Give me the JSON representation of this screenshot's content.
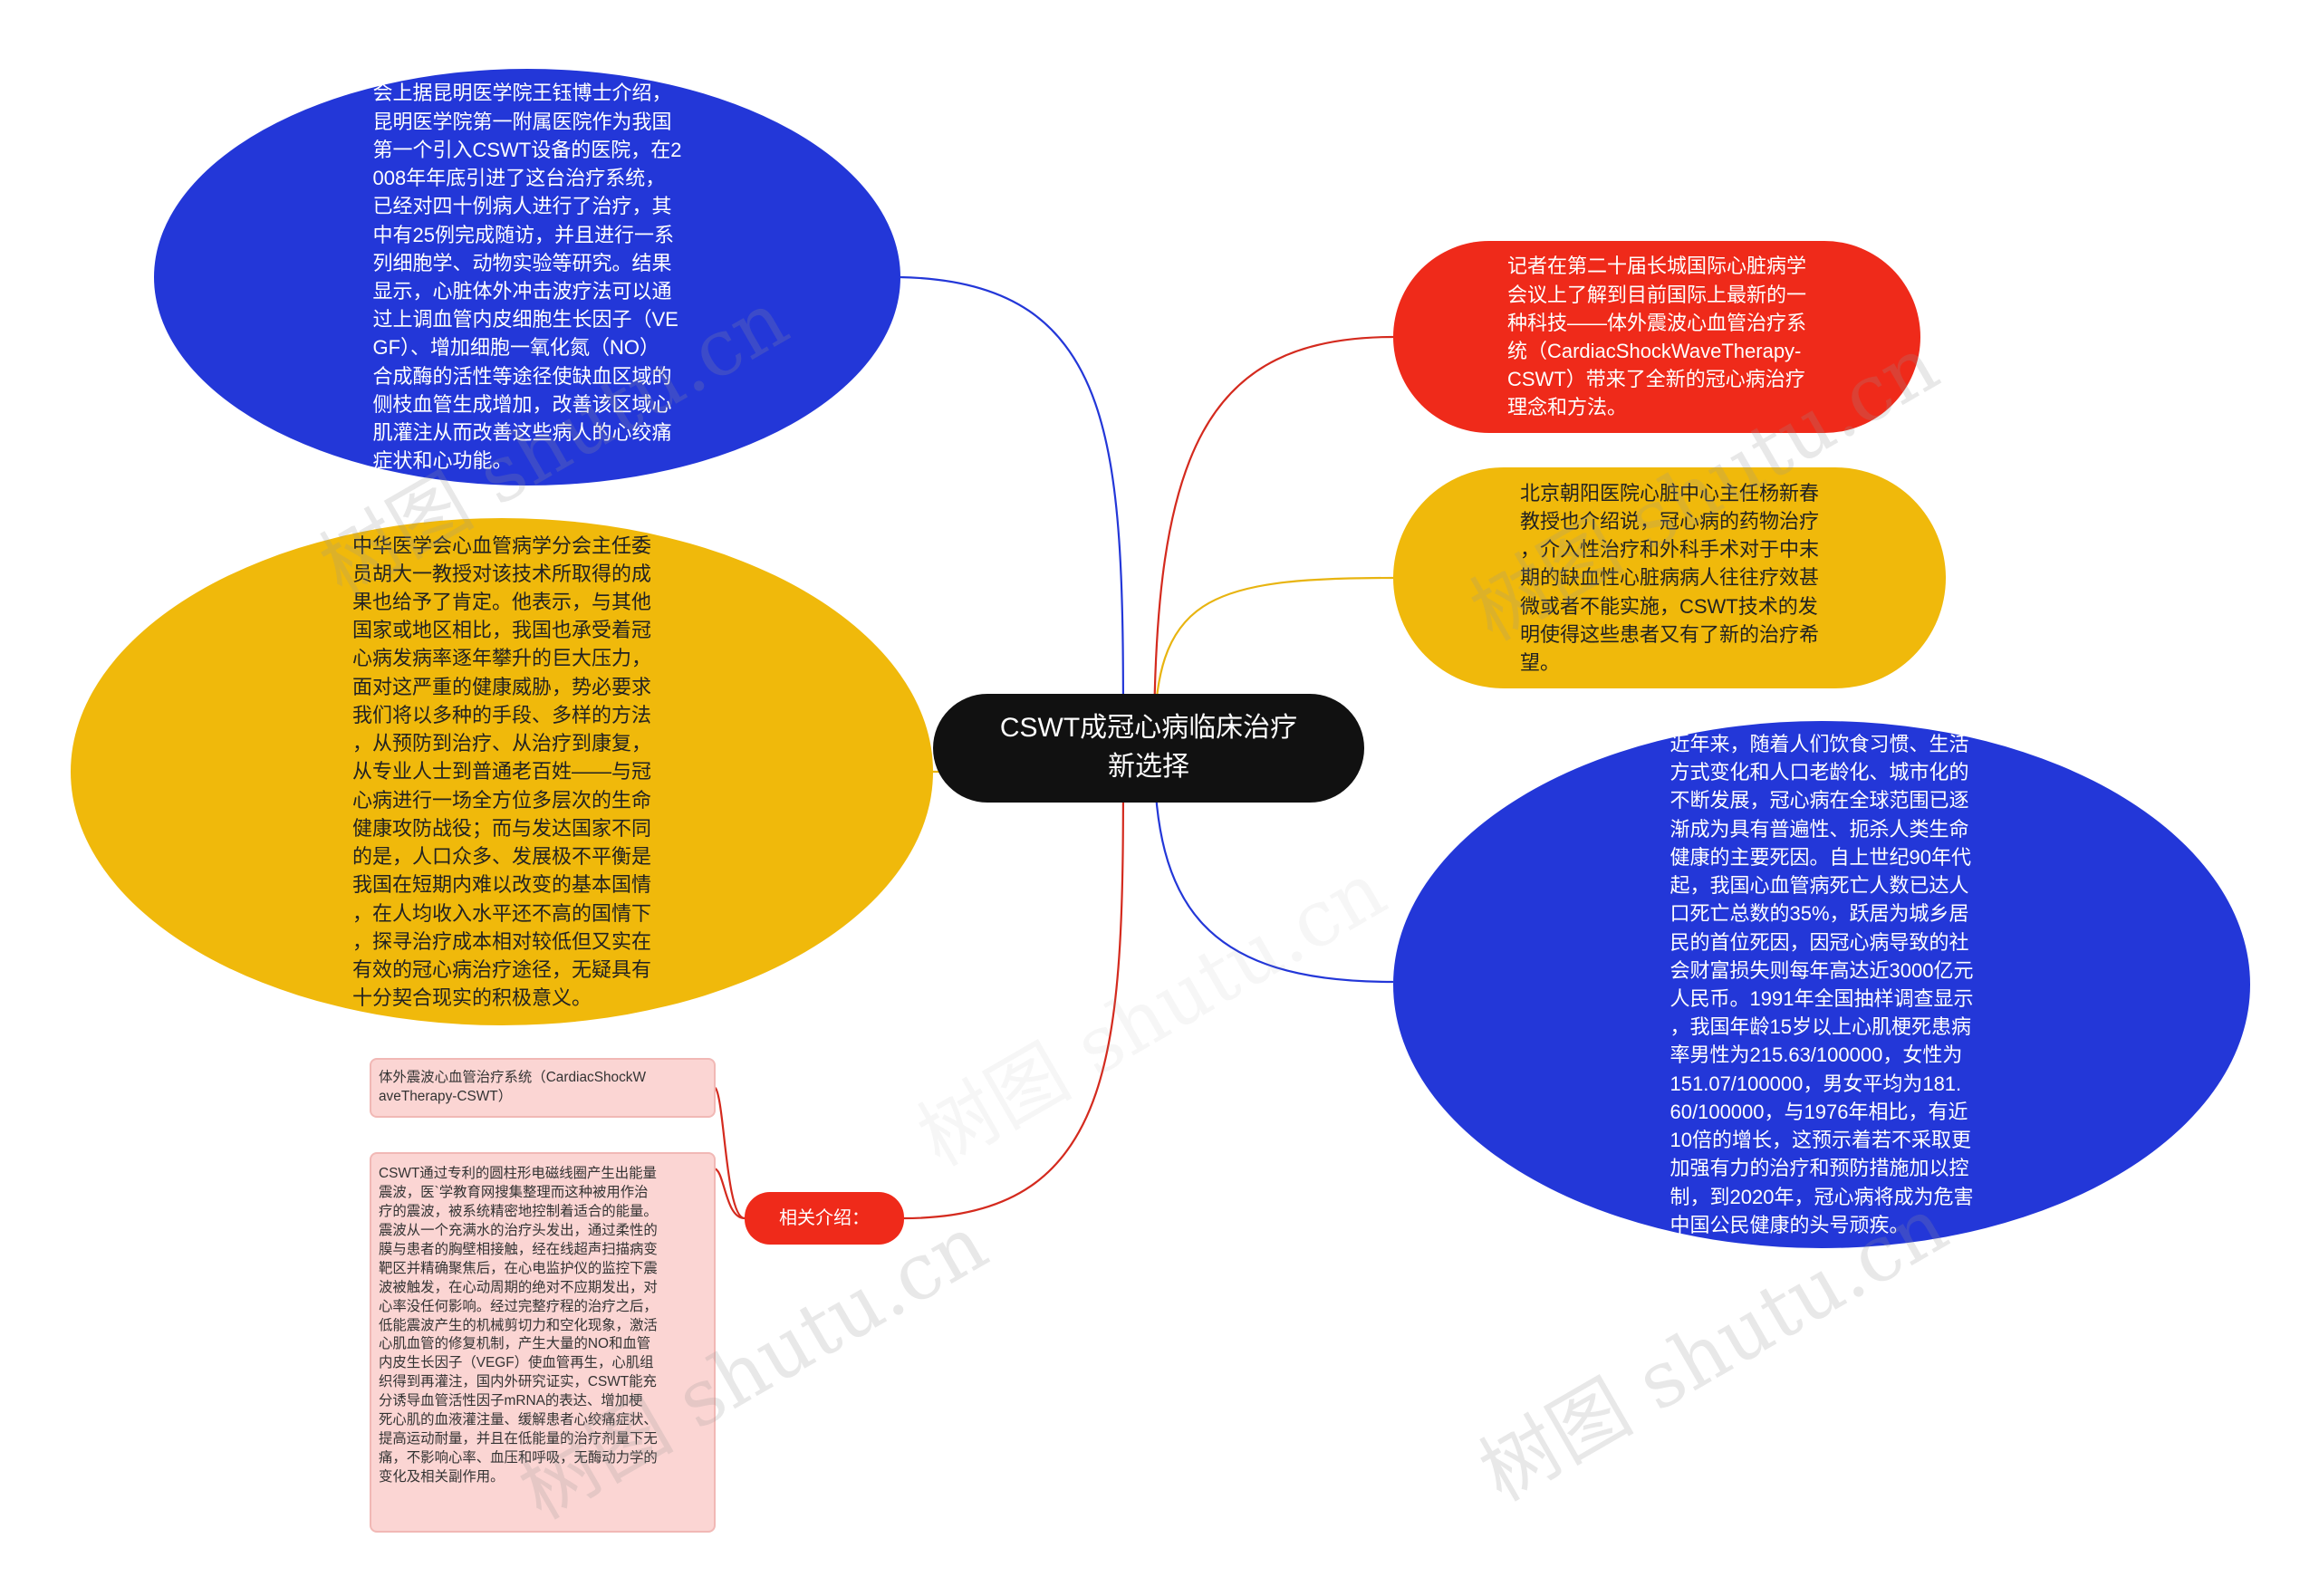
{
  "root": {
    "text": "CSWT成冠心病临床治疗\n新选择"
  },
  "nodes": {
    "top_left": "会上据昆明医学院王钰博士介绍，\n昆明医学院第一附属医院作为我国\n第一个引入CSWT设备的医院，在2\n008年年底引进了这台治疗系统，\n已经对四十例病人进行了治疗，其\n中有25例完成随访，并且进行一系\n列细胞学、动物实验等研究。结果\n显示，心脏体外冲击波疗法可以通\n过上调血管内皮细胞生长因子（VE\nGF）、增加细胞一氧化氮（NO）\n合成酶的活性等途径使缺血区域的\n侧枝血管生成增加，改善该区域心\n肌灌注从而改善这些病人的心绞痛\n症状和心功能。",
    "mid_left": "中华医学会心血管病学分会主任委\n员胡大一教授对该技术所取得的成\n果也给予了肯定。他表示，与其他\n国家或地区相比，我国也承受着冠\n心病发病率逐年攀升的巨大压力，\n面对这严重的健康威胁，势必要求\n我们将以多种的手段、多样的方法\n，从预防到治疗、从治疗到康复，\n从专业人士到普通老百姓——与冠\n心病进行一场全方位多层次的生命\n健康攻防战役；而与发达国家不同\n的是，人口众多、发展极不平衡是\n我国在短期内难以改变的基本国情\n，在人均收入水平还不高的国情下\n，探寻治疗成本相对较低但又实在\n有效的冠心病治疗途径，无疑具有\n十分契合现实的积极意义。",
    "related_label": "相关介绍：",
    "note_small": "体外震波心血管治疗系统（CardiacShockW\naveTherapy-CSWT）",
    "note_large": "CSWT通过专利的圆柱形电磁线圈产生出能量\n震波，医`学教育网搜集整理而这种被用作治\n疗的震波，被系统精密地控制着适合的能量。\n震波从一个充满水的治疗头发出，通过柔性的\n膜与患者的胸壁相接触，经在线超声扫描病变\n靶区并精确聚焦后，在心电监护仪的监控下震\n波被触发，在心动周期的绝对不应期发出，对\n心率没任何影响。经过完整疗程的治疗之后，\n低能震波产生的机械剪切力和空化现象，激活\n心肌血管的修复机制，产生大量的NO和血管\n内皮生长因子（VEGF）使血管再生，心肌组\n织得到再灌注，国内外研究证实，CSWT能充\n分诱导血管活性因子mRNA的表达、增加梗\n死心肌的血液灌注量、缓解患者心绞痛症状、\n提高运动耐量，并且在低能量的治疗剂量下无\n痛，不影响心率、血压和呼吸，无酶动力学的\n变化及相关副作用。",
    "top_right": "记者在第二十届长城国际心脏病学\n会议上了解到目前国际上最新的一\n种科技——体外震波心血管治疗系\n统（CardiacShockWaveTherapy-\nCSWT）带来了全新的冠心病治疗\n理念和方法。",
    "mid_right": "北京朝阳医院心脏中心主任杨新春\n教授也介绍说，冠心病的药物治疗\n，介入性治疗和外科手术对于中末\n期的缺血性心脏病病人往往疗效甚\n微或者不能实施，CSWT技术的发\n明使得这些患者又有了新的治疗希\n望。",
    "bottom_right": "近年来，随着人们饮食习惯、生活\n方式变化和人口老龄化、城市化的\n不断发展，冠心病在全球范围已逐\n渐成为具有普遍性、扼杀人类生命\n健康的主要死因。自上世纪90年代\n起，我国心血管病死亡人数已达人\n口死亡总数的35%，跃居为城乡居\n民的首位死因，因冠心病导致的社\n会财富损失则每年高达近3000亿元\n人民币。1991年全国抽样调查显示\n，我国年龄15岁以上心肌梗死患病\n率男性为215.63/100000，女性为\n151.07/100000，男女平均为181.\n60/100000，与1976年相比，有近\n10倍的增长，这预示着若不采取更\n加强有力的治疗和预防措施加以控\n制，到2020年，冠心病将成为危害\n中国公民健康的头号顽疾。"
  },
  "watermarks": [
    "树图 shutu.cn",
    "树图 shutu.cn",
    "树图 shutu.cn",
    "树图 shutu.cn",
    "树图 shutu.cn"
  ],
  "colors": {
    "blue": "#2337d8",
    "red": "#ef2a1a",
    "yellow": "#f0b90b",
    "root": "#111111",
    "note_bg": "#fbd5d3",
    "link_blue": "#2337d8",
    "link_red": "#d42a1e",
    "link_yellow": "#e8b410"
  }
}
